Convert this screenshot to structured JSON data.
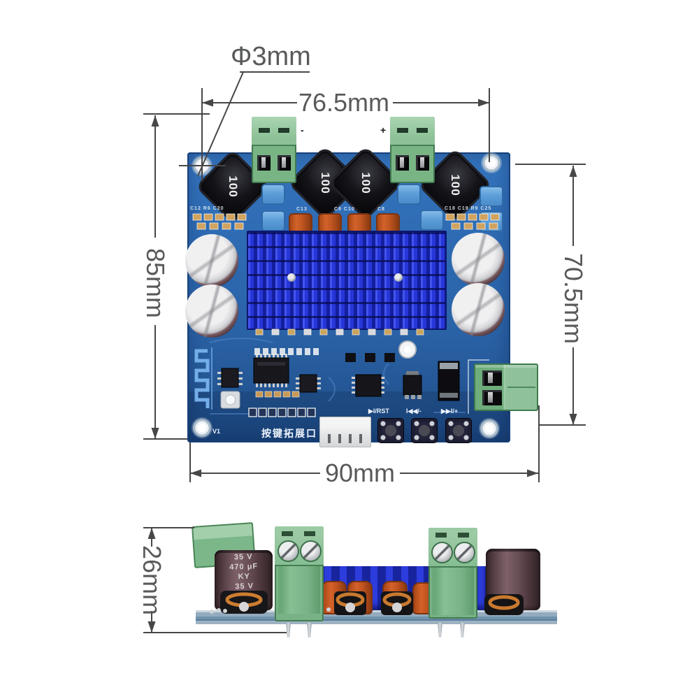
{
  "annotations": {
    "hole_diameter": "Φ3mm",
    "top_width": "76.5mm",
    "left_height": "85mm",
    "right_height": "70.5mm",
    "bottom_width": "90mm",
    "side_height": "26mm"
  },
  "top_board": {
    "inductors": [
      "100",
      "100",
      "100",
      "100"
    ],
    "polarity": {
      "minus": "-",
      "plus": "+"
    },
    "silkscreen": {
      "left_refdes": "C12 R6 C20",
      "right_refdes": "C18 C19 R9 C25",
      "c13": "C13",
      "c9c10": "C9 C10",
      "c8": "C8",
      "version": "V1",
      "keypad_port": "按键拓展口",
      "btn_play_rst": "▶I/RST",
      "btn_prev": "I◀◀/-",
      "btn_next": "▶▶I/+"
    }
  },
  "side_view": {
    "capacitor_label": [
      "35 V",
      "470 μF",
      "KY",
      "35 V"
    ]
  },
  "colors": {
    "pcb_blue": "#2b66ad",
    "heatsink_blue": "#2433cf",
    "terminal_green": "#7cb88a",
    "capacitor_orange": "#c45a20",
    "film_cap_blue": "#5d9ed9",
    "dimension_line": "#474747",
    "dimension_text": "#58595b"
  }
}
